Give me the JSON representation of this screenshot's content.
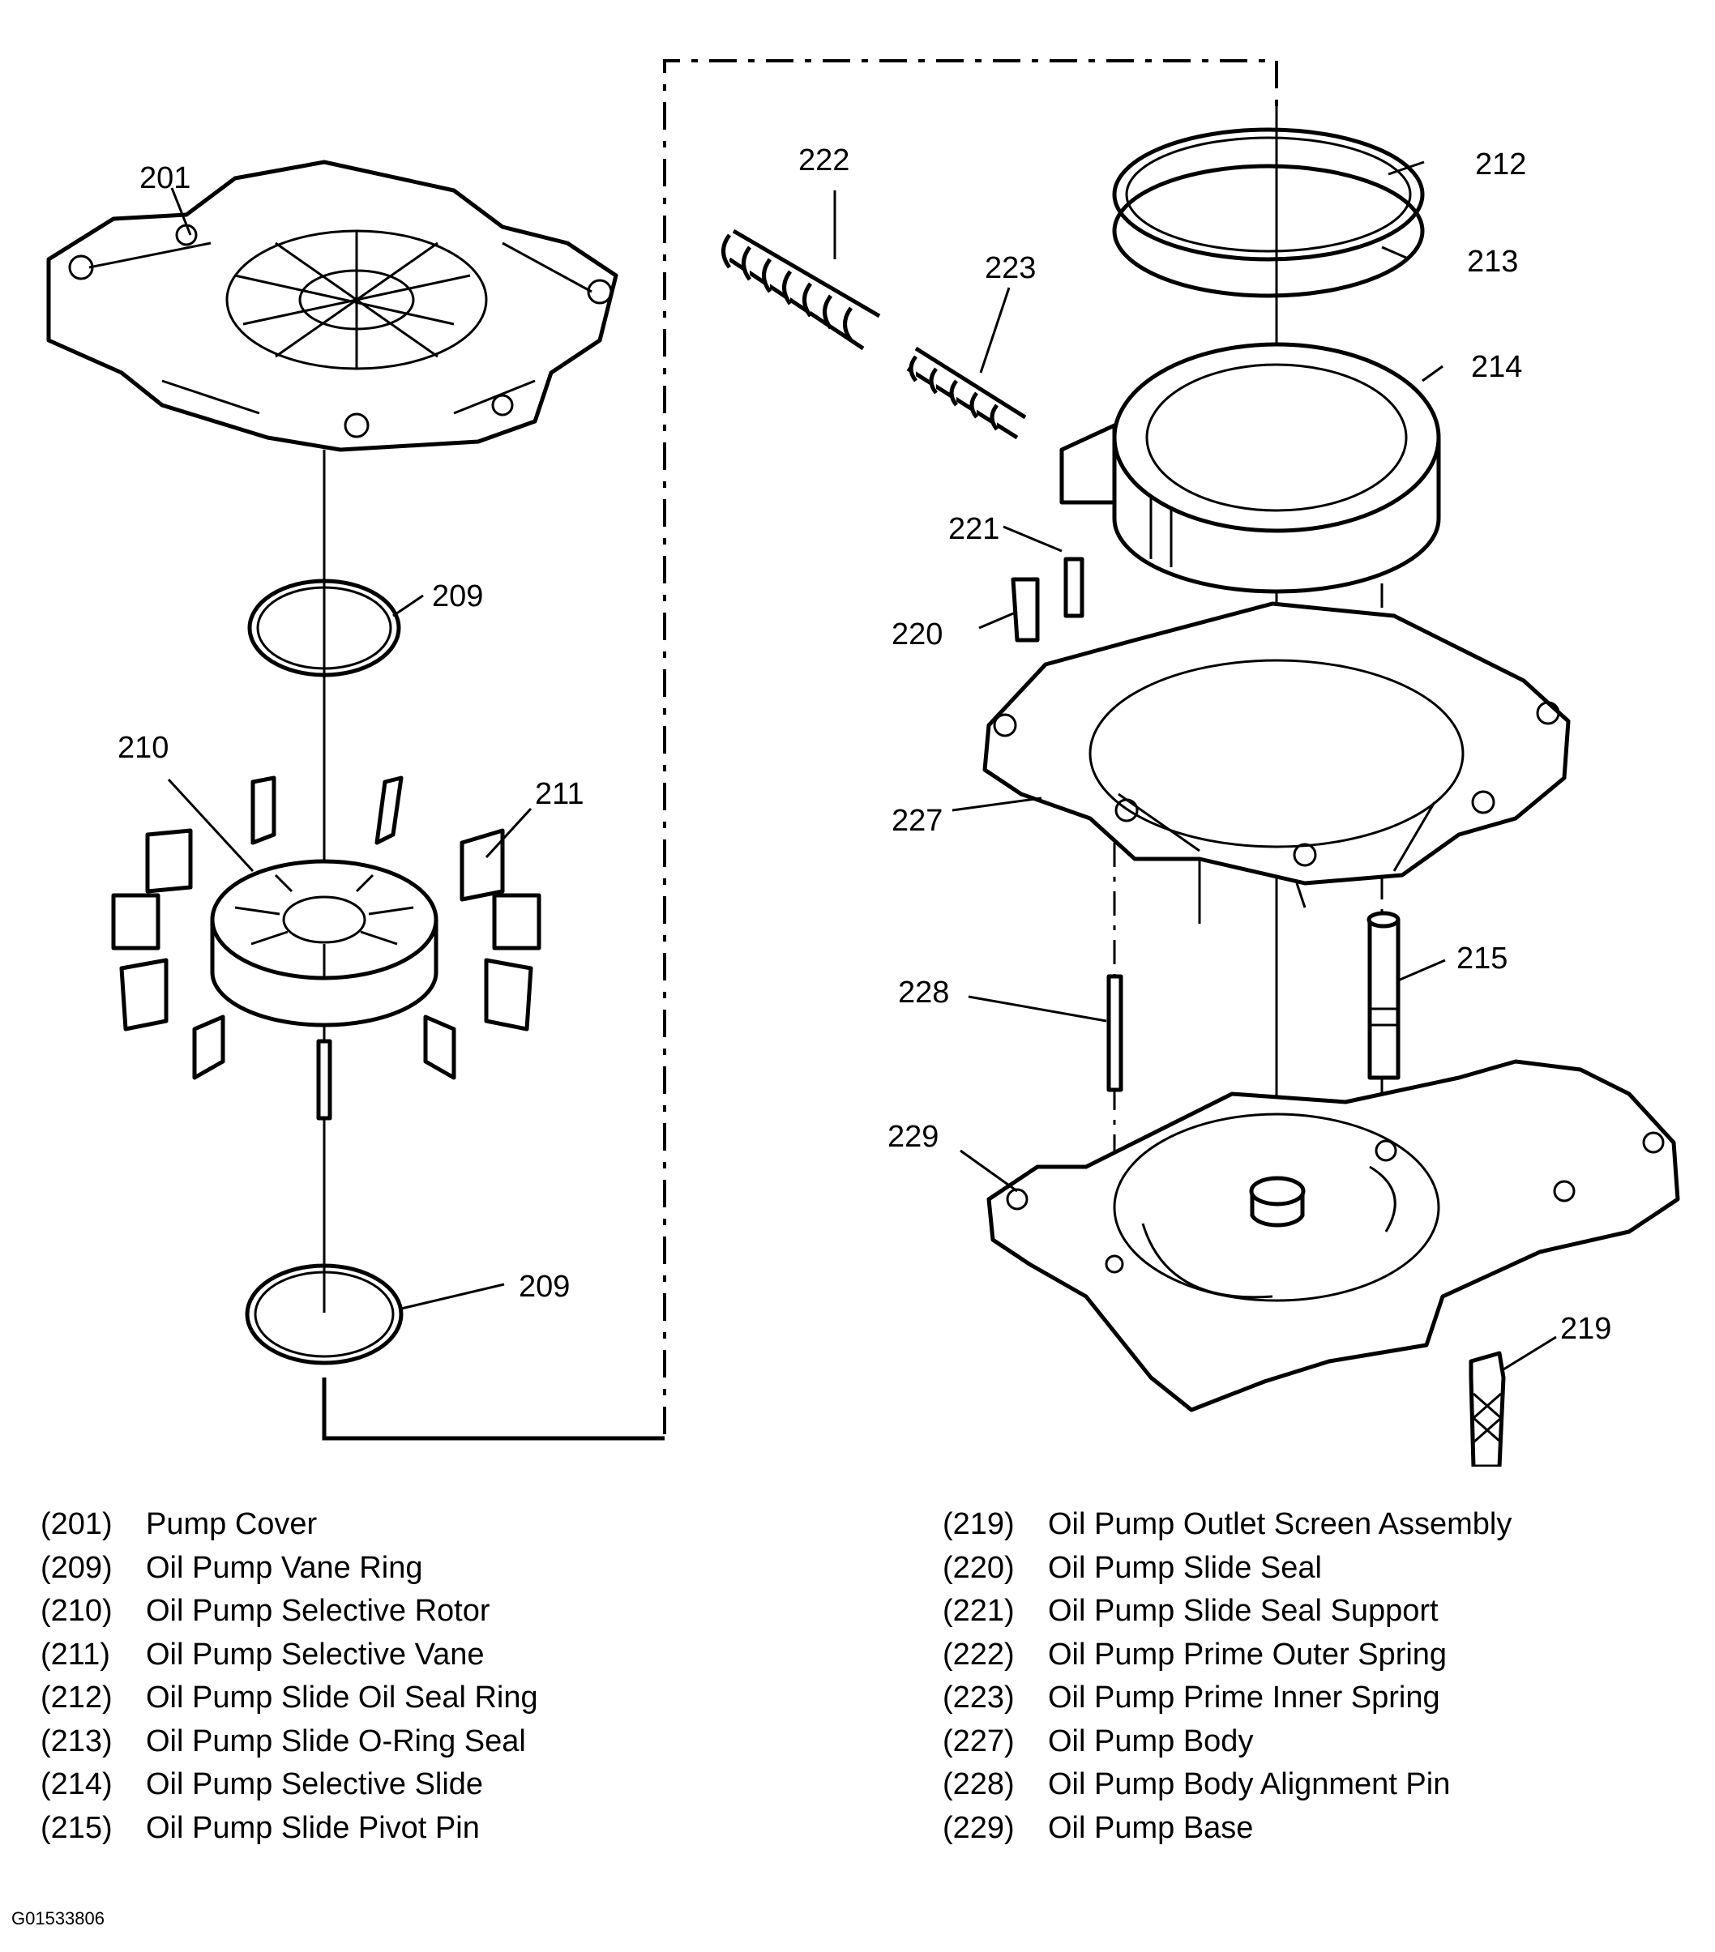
{
  "callouts": {
    "c201": "201",
    "c209a": "209",
    "c209b": "209",
    "c210": "210",
    "c211": "211",
    "c212": "212",
    "c213": "213",
    "c214": "214",
    "c215": "215",
    "c219": "219",
    "c220": "220",
    "c221": "221",
    "c222": "222",
    "c223": "223",
    "c227": "227",
    "c228": "228",
    "c229": "229"
  },
  "legend": {
    "left": [
      {
        "num": "(201)",
        "name": "Pump Cover"
      },
      {
        "num": "(209)",
        "name": "Oil Pump Vane Ring"
      },
      {
        "num": "(210)",
        "name": "Oil Pump Selective Rotor"
      },
      {
        "num": "(211)",
        "name": "Oil Pump Selective Vane"
      },
      {
        "num": "(212)",
        "name": "Oil Pump Slide Oil Seal Ring"
      },
      {
        "num": "(213)",
        "name": "Oil Pump Slide O-Ring Seal"
      },
      {
        "num": "(214)",
        "name": "Oil Pump Selective Slide"
      },
      {
        "num": "(215)",
        "name": "Oil Pump Slide Pivot Pin"
      }
    ],
    "right": [
      {
        "num": "(219)",
        "name": "Oil Pump Outlet Screen Assembly"
      },
      {
        "num": "(220)",
        "name": "Oil Pump Slide Seal"
      },
      {
        "num": "(221)",
        "name": "Oil Pump Slide Seal Support"
      },
      {
        "num": "(222)",
        "name": "Oil Pump Prime Outer Spring"
      },
      {
        "num": "(223)",
        "name": "Oil Pump Prime Inner Spring"
      },
      {
        "num": "(227)",
        "name": "Oil Pump Body"
      },
      {
        "num": "(228)",
        "name": "Oil Pump Body Alignment Pin"
      },
      {
        "num": "(229)",
        "name": "Oil Pump Base"
      }
    ]
  },
  "figure_code": "G01533806"
}
